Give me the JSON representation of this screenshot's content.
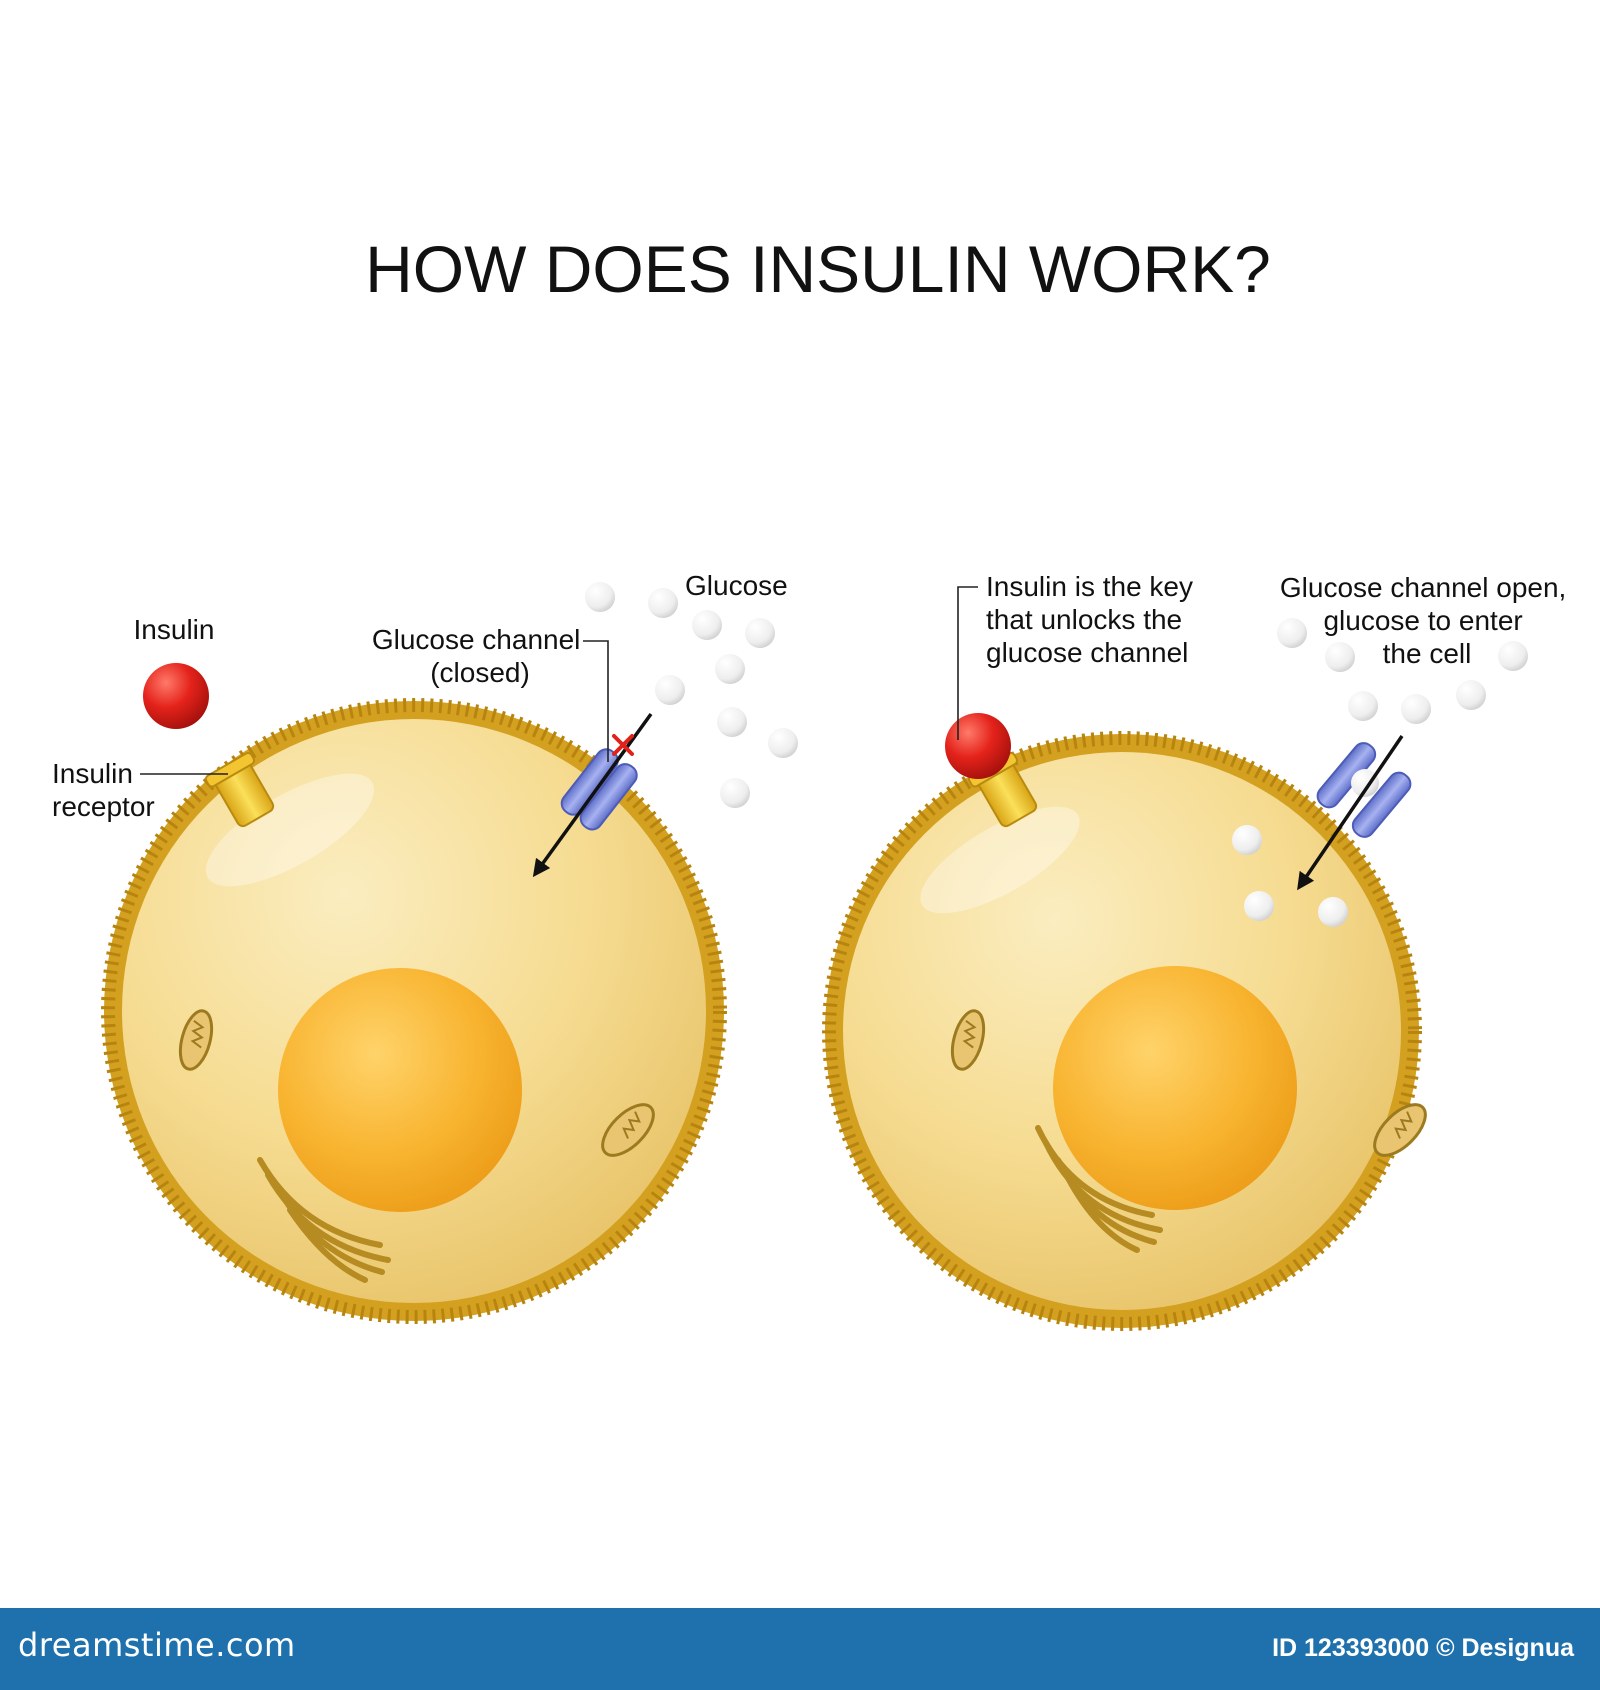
{
  "title": "HOW DOES INSULIN WORK?",
  "left_cell": {
    "insulin_label": "Insulin",
    "receptor_label_line1": "Insulin",
    "receptor_label_line2": "receptor",
    "channel_label_line1": "Glucose channel",
    "channel_label_line2": "(closed)",
    "glucose_label": "Glucose"
  },
  "right_cell": {
    "key_label_line1": "Insulin is the key",
    "key_label_line2": "that unlocks the",
    "key_label_line3": "glucose channel",
    "open_label_line1": "Glucose channel open,",
    "open_label_line2": "glucose to enter",
    "open_label_line3": "the cell"
  },
  "footer": {
    "logo": "dreamstime.com",
    "credit": "ID 123393000 © Designua"
  },
  "colors": {
    "membrane": "#d4a020",
    "cytoplasm": "#f6dc92",
    "nucleus": "#f7b02c",
    "insulin": "#e0221b",
    "receptor": "#f2c531",
    "channel": "#7f8fe0",
    "glucose": "#f2f2f2",
    "block_mark": "#e0221b",
    "footer_bg": "#1e71ad"
  }
}
